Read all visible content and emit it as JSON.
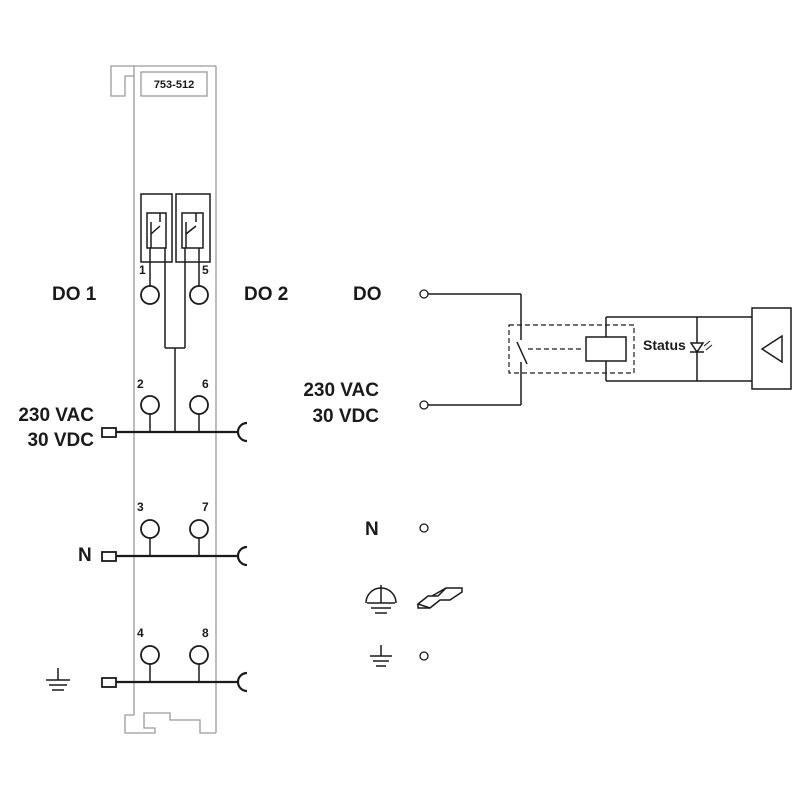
{
  "module": {
    "part_number": "753-512"
  },
  "left_diagram": {
    "channel_1_label": "DO 1",
    "channel_2_label": "DO 2",
    "terminals": {
      "t1": "1",
      "t2": "2",
      "t3": "3",
      "t4": "4",
      "t5": "5",
      "t6": "6",
      "t7": "7",
      "t8": "8"
    },
    "supply_label_line1": "230 VAC",
    "supply_label_line2": "30 VDC",
    "neutral_label": "N"
  },
  "right_diagram": {
    "output_label": "DO",
    "supply_label_line1": "230 VAC",
    "supply_label_line2": "30 VDC",
    "status_label": "Status",
    "neutral_label": "N"
  },
  "icons": [
    "ground-icon",
    "protective-earth-icon",
    "din-rail-icon",
    "triangle-icon",
    "led-icon",
    "relay-contact-icon"
  ]
}
